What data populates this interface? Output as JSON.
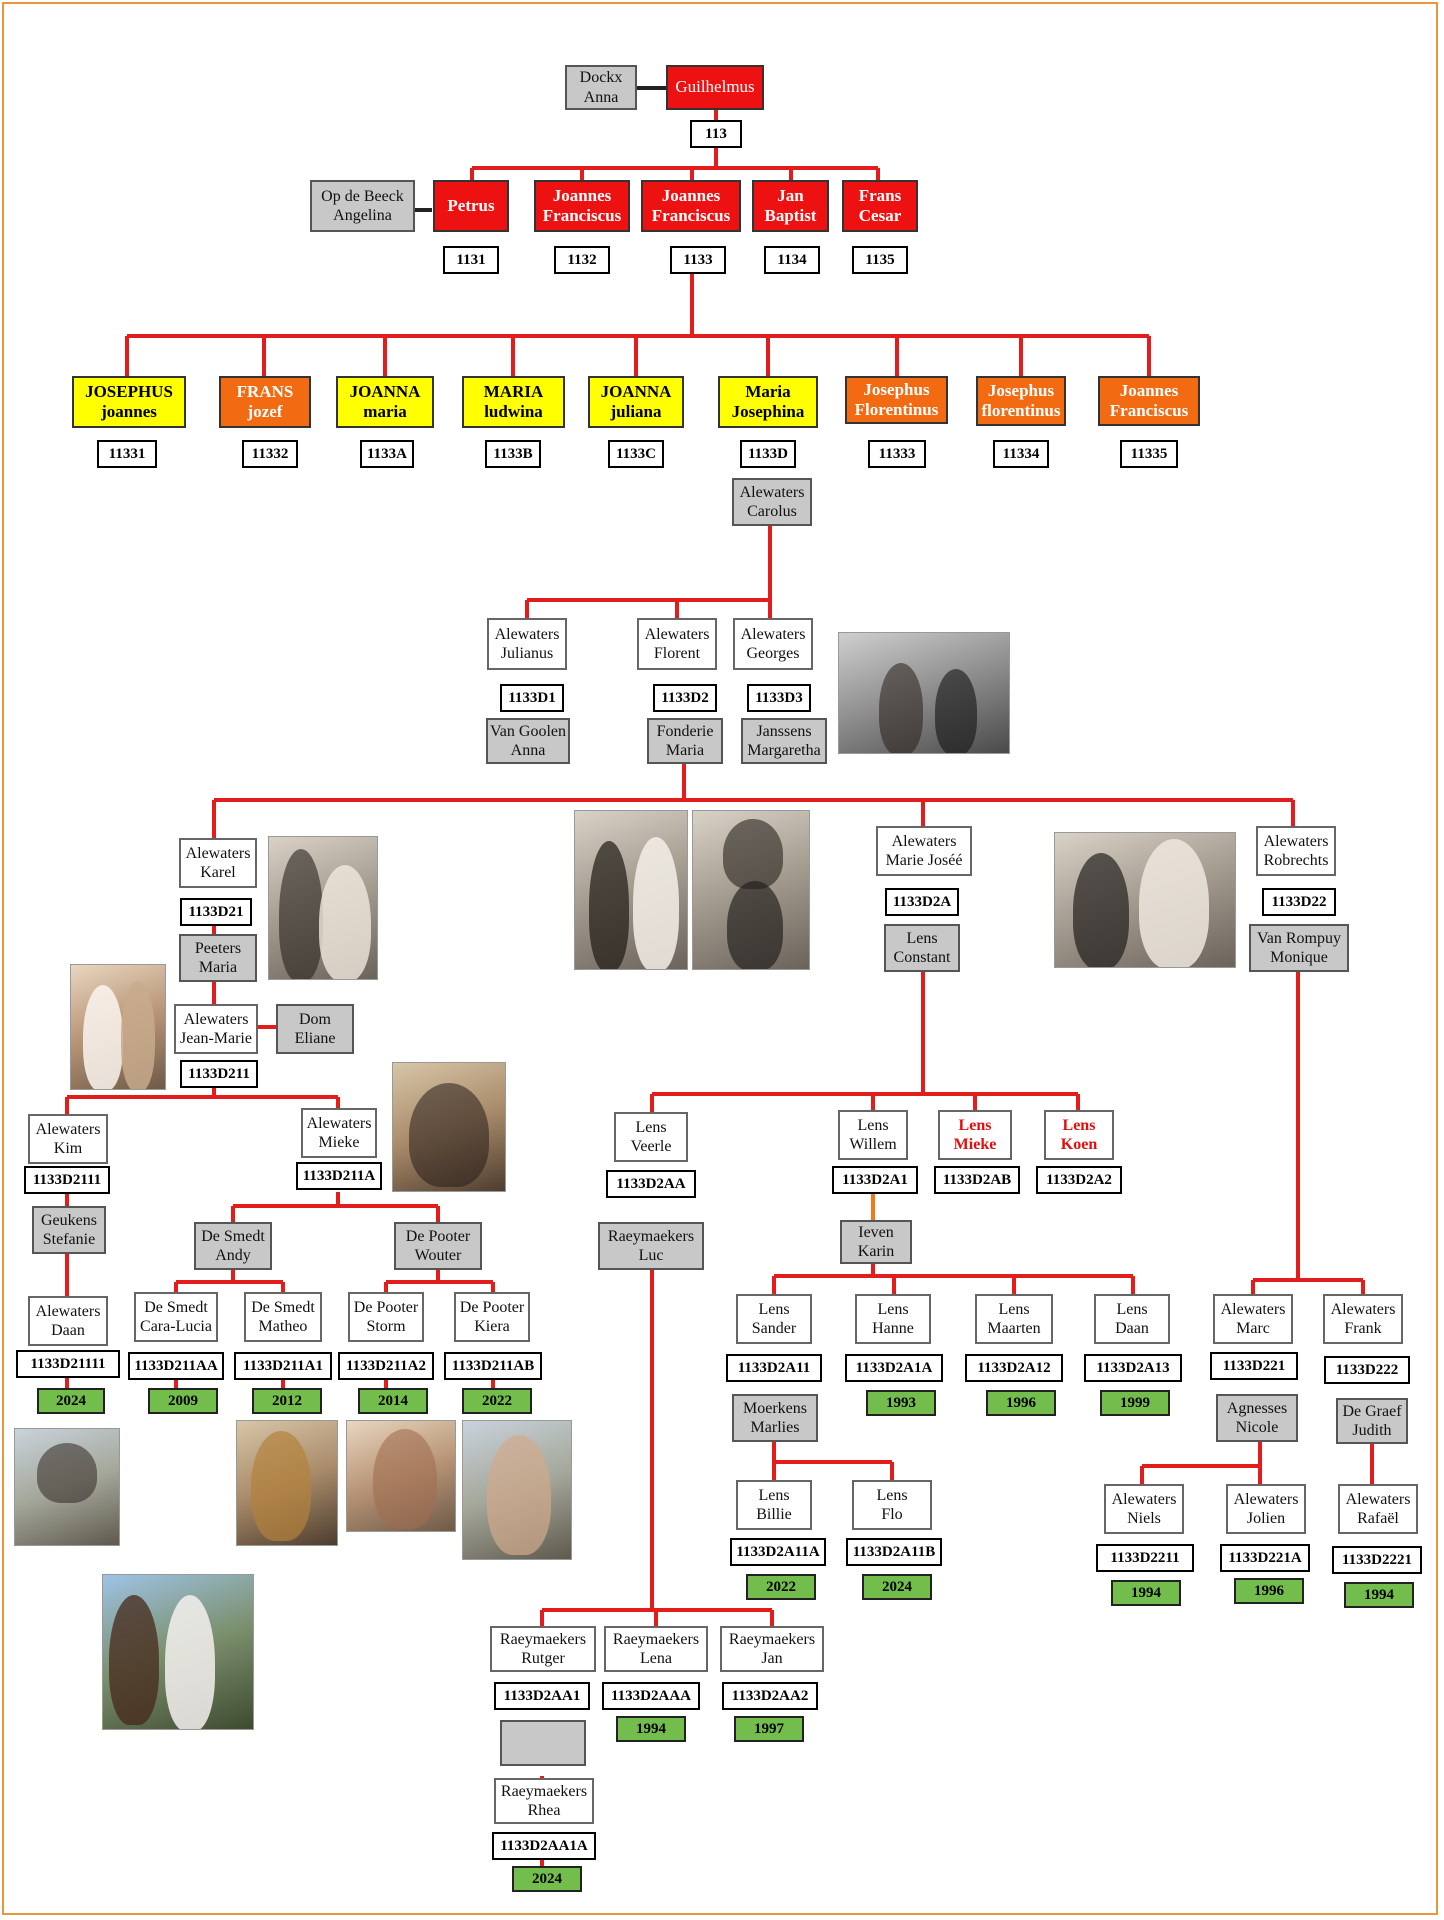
{
  "people": {
    "guilhelmus": "Guilhelmus",
    "dockx_anna": "Dockx\nAnna",
    "op_de_beeck": "Op de Beeck\nAngelina",
    "petrus": "Petrus",
    "joannes_franciscus_1": "Joannes\nFranciscus",
    "joannes_franciscus_2": "Joannes\nFranciscus",
    "jan_baptist": "Jan\nBaptist",
    "frans_cesar": "Frans\nCesar",
    "josephus_joannes": "JOSEPHUS\njoannes",
    "frans_jozef": "FRANS\njozef",
    "joanna_maria": "JOANNA\nmaria",
    "maria_ludwina": "MARIA\nludwina",
    "joanna_juliana": "JOANNA\njuliana",
    "maria_josephina": "Maria\nJosephina",
    "josephus_florentinus_1": "Josephus\nFlorentinus",
    "josephus_florentinus_2": "Josephus\nflorentinus",
    "joannes_franciscus_3": "Joannes\nFranciscus",
    "alewaters_carolus": "Alewaters\nCarolus",
    "alewaters_julianus": "Alewaters\nJulianus",
    "alewaters_florent": "Alewaters\nFlorent",
    "alewaters_georges": "Alewaters\nGeorges",
    "van_goolen_anna": "Van Goolen\nAnna",
    "fonderie_maria": "Fonderie\nMaria",
    "janssens_margaretha": "Janssens\nMargaretha",
    "alewaters_karel": "Alewaters\nKarel",
    "peeters_maria": "Peeters\nMaria",
    "alewaters_jean_marie": "Alewaters\nJean-Marie",
    "dom_eliane": "Dom\nEliane",
    "alewaters_marie_josee": "Alewaters\nMarie Joséé",
    "lens_constant": "Lens\nConstant",
    "alewaters_robrechts": "Alewaters\nRobrechts",
    "van_rompuy_monique": "Van Rompuy\nMonique",
    "alewaters_kim": "Alewaters\nKim",
    "geukens_stefanie": "Geukens\nStefanie",
    "alewaters_daan": "Alewaters\nDaan",
    "alewaters_mieke": "Alewaters\nMieke",
    "de_smedt_andy": "De Smedt\nAndy",
    "de_pooter_wouter": "De Pooter\nWouter",
    "de_smedt_cara_lucia": "De Smedt\nCara-Lucia",
    "de_smedt_matheo": "De Smedt\nMatheo",
    "de_pooter_storm": "De Pooter\nStorm",
    "de_pooter_kiera": "De Pooter\nKiera",
    "lens_veerle": "Lens\nVeerle",
    "raeymaekers_luc": "Raeymaekers\nLuc",
    "lens_willem": "Lens\nWillem",
    "lens_mieke": "Lens\nMieke",
    "lens_koen": "Lens\nKoen",
    "ieven_karin": "Ieven\nKarin",
    "lens_sander": "Lens\nSander",
    "lens_hanne": "Lens\nHanne",
    "lens_maarten": "Lens\nMaarten",
    "lens_daan": "Lens\nDaan",
    "moerkens_marlies": "Moerkens\nMarlies",
    "lens_billie": "Lens\nBillie",
    "lens_flo": "Lens\nFlo",
    "alewaters_marc": "Alewaters\nMarc",
    "alewaters_frank": "Alewaters\nFrank",
    "agnesses_nicole": "Agnesses\nNicole",
    "de_graef_judith": "De Graef\nJudith",
    "alewaters_niels": "Alewaters\nNiels",
    "alewaters_jolien": "Alewaters\nJolien",
    "alewaters_rafael": "Alewaters\nRafaël",
    "raeymaekers_rutger": "Raeymaekers\nRutger",
    "raeymaekers_lena": "Raeymaekers\nLena",
    "raeymaekers_jan": "Raeymaekers\nJan",
    "raeymaekers_rhea": "Raeymaekers\nRhea"
  },
  "ids": {
    "i113": "113",
    "i1131": "1131",
    "i1132": "1132",
    "i1133": "1133",
    "i1134": "1134",
    "i1135": "1135",
    "i11331": "11331",
    "i11332": "11332",
    "i1133A": "1133A",
    "i1133B": "1133B",
    "i1133C": "1133C",
    "i1133D": "1133D",
    "i11333": "11333",
    "i11334": "11334",
    "i11335": "11335",
    "i1133D1": "1133D1",
    "i1133D2": "1133D2",
    "i1133D3": "1133D3",
    "i1133D21": "1133D21",
    "i1133D2A": "1133D2A",
    "i1133D22": "1133D22",
    "i1133D211": "1133D211",
    "i1133D2111": "1133D2111",
    "i1133D211A": "1133D211A",
    "i1133D21111": "1133D21111",
    "i1133D211AA": "1133D211AA",
    "i1133D211A1": "1133D211A1",
    "i1133D211A2": "1133D211A2",
    "i1133D211AB": "1133D211AB",
    "i1133D2AA": "1133D2AA",
    "i1133D2A1": "1133D2A1",
    "i1133D2AB": "1133D2AB",
    "i1133D2A2": "1133D2A2",
    "i1133D2A11": "1133D2A11",
    "i1133D2A1A": "1133D2A1A",
    "i1133D2A12": "1133D2A12",
    "i1133D2A13": "1133D2A13",
    "i1133D2A11A": "1133D2A11A",
    "i1133D2A11B": "1133D2A11B",
    "i1133D221": "1133D221",
    "i1133D222": "1133D222",
    "i1133D2211": "1133D2211",
    "i1133D221A": "1133D221A",
    "i1133D2221": "1133D2221",
    "i1133D2AA1": "1133D2AA1",
    "i1133D2AAA": "1133D2AAA",
    "i1133D2AA2": "1133D2AA2",
    "i1133D2AA1A": "1133D2AA1A"
  },
  "years": {
    "daan": "2024",
    "cara": "2009",
    "matheo": "2012",
    "storm": "2014",
    "kiera": "2022",
    "hanne": "1993",
    "maarten": "1996",
    "ldaan": "1999",
    "billie": "2022",
    "flo": "2024",
    "niels": "1994",
    "jolien": "1996",
    "rafael": "1994",
    "lena": "1994",
    "jan": "1997",
    "rhea": "2024"
  },
  "colors": {
    "line": "#e31c1c",
    "line_orange": "#f07a1a",
    "frame": "#e8973a",
    "generation_red": "#ee1111",
    "generation_yellow": "#ffff00",
    "generation_orange": "#f26b12",
    "spouse_grey": "#c8c8c8",
    "year_green": "#72bd4c"
  }
}
